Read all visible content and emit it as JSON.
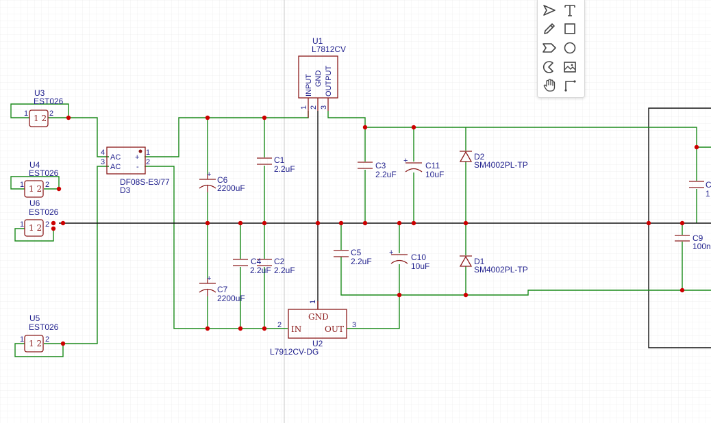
{
  "components": {
    "U1": {
      "ref": "U1",
      "value": "L7812CV",
      "pins": {
        "input": "INPUT",
        "gnd": "GND",
        "output": "OUTPUT",
        "n1": "1",
        "n2": "2",
        "n3": "3"
      }
    },
    "U2": {
      "ref": "U2",
      "value": "L7912CV-DG",
      "pins": {
        "gnd": "GND",
        "in": "IN",
        "out": "OUT",
        "n1": "1",
        "n2": "2",
        "n3": "3"
      }
    },
    "U3": {
      "ref": "U3",
      "value": "EST026",
      "body": "1 2",
      "n1": "1",
      "n2": "2"
    },
    "U4": {
      "ref": "U4",
      "value": "EST026",
      "body": "1 2",
      "n1": "1",
      "n2": "2"
    },
    "U5": {
      "ref": "U5",
      "value": "EST026",
      "body": "1 2",
      "n1": "1",
      "n2": "2"
    },
    "U6": {
      "ref": "U6",
      "value": "EST026",
      "body": "1 2",
      "n1": "1",
      "n2": "2"
    },
    "D3": {
      "ref": "D3",
      "value": "DF08S-E3/77",
      "ac1": "AC",
      "ac2": "AC",
      "plus": "+",
      "minus": "-",
      "n1": "1",
      "n2": "2",
      "n3": "3",
      "n4": "4"
    },
    "C1": {
      "ref": "C1",
      "value": "2.2uF"
    },
    "C2": {
      "ref": "C2",
      "value": "2.2uF"
    },
    "C3": {
      "ref": "C3",
      "value": "2.2uF"
    },
    "C4": {
      "ref": "C4",
      "value": "2.2uF"
    },
    "C5": {
      "ref": "C5",
      "value": "2.2uF"
    },
    "C6": {
      "ref": "C6",
      "value": "2200uF"
    },
    "C7": {
      "ref": "C7",
      "value": "2200uF"
    },
    "C9": {
      "ref": "C9",
      "value": "100n"
    },
    "C10": {
      "ref": "C10",
      "value": "10uF"
    },
    "C11": {
      "ref": "C11",
      "value": "10uF"
    },
    "CX": {
      "ref": "C",
      "value": "1"
    },
    "D1": {
      "ref": "D1",
      "value": "SM4002PL-TP"
    },
    "D2": {
      "ref": "D2",
      "value": "SM4002PL-TP"
    }
  },
  "toolbar": {
    "tools": [
      "select-arrow-icon",
      "text-icon",
      "pencil-icon",
      "rectangle-icon",
      "flag-icon",
      "circle-icon",
      "arc-icon",
      "image-icon",
      "hand-icon",
      "wire-corner-icon"
    ]
  },
  "colors": {
    "wire": "#1a8a1a",
    "component": "#8b1a1a",
    "label": "#1f1f8c",
    "junction": "#cc0000",
    "grid": "#ececec"
  }
}
